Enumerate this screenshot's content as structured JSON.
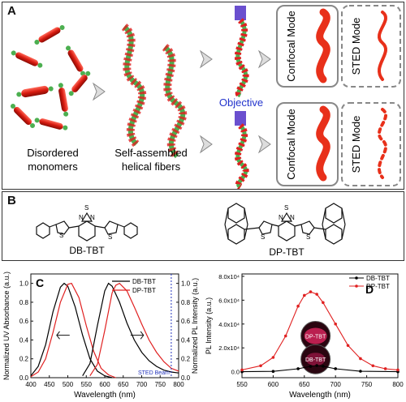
{
  "panel_a": {
    "label": "A",
    "disordered": [
      "Disordered",
      "monomers"
    ],
    "assembled": [
      "Self-assembled",
      "helical fibers"
    ],
    "objective": "Objective",
    "confocal": "Confocal Mode",
    "sted": "STED Mode"
  },
  "panel_b": {
    "label": "B",
    "mol1": "DB-TBT",
    "mol2": "DP-TBT",
    "atom_n": "N",
    "atom_s": "S"
  },
  "panel_c": {
    "label": "C",
    "ylabel_left": "Normalized UV Absorbance (a.u.)",
    "ylabel_right": "Normalized PL Intensity (a.u.)",
    "xlabel": "Wavelength (nm)",
    "sted_beam": "STED Beam",
    "colors": {
      "db": "#000000",
      "dp": "#e02020",
      "sted": "#2233bb"
    }
  },
  "panel_d": {
    "label": "D",
    "ylabel": "PL Intensity (a.u.)",
    "xlabel": "Wavelength (nm)",
    "inset1": "DP-TBT",
    "inset2": "DB-TBT",
    "colors": {
      "db": "#000000",
      "dp": "#e02020"
    }
  },
  "chart_data": [
    {
      "type": "line",
      "panel": "C",
      "xlabel": "Wavelength (nm)",
      "ylabel": "Normalized UV Absorbance (a.u.)",
      "y2label": "Normalized PL Intensity (a.u.)",
      "xlim": [
        400,
        800
      ],
      "ylim": [
        0.0,
        1.1
      ],
      "xticks": [
        400,
        450,
        500,
        550,
        600,
        650,
        700,
        750,
        800
      ],
      "yticks": [
        "0.0",
        "0.2",
        "0.4",
        "0.6",
        "0.8",
        "1.0"
      ],
      "y2ticks": [
        "0.0",
        "0.2",
        "0.4",
        "0.6",
        "0.8",
        "1.0"
      ],
      "legend": [
        "DB-TBT",
        "DP-TBT"
      ],
      "legend_position": "top-center",
      "annotation_x": 780,
      "series": [
        {
          "name": "DB-TBT",
          "kind": "absorbance",
          "x": [
            400,
            420,
            440,
            460,
            480,
            490,
            500,
            520,
            540,
            560,
            580,
            600,
            620
          ],
          "y": [
            0.02,
            0.12,
            0.35,
            0.7,
            0.96,
            1.0,
            0.97,
            0.75,
            0.45,
            0.2,
            0.07,
            0.02,
            0.0
          ]
        },
        {
          "name": "DP-TBT",
          "kind": "absorbance",
          "x": [
            400,
            420,
            440,
            460,
            480,
            500,
            510,
            530,
            550,
            570,
            590,
            610,
            630
          ],
          "y": [
            0.01,
            0.06,
            0.2,
            0.48,
            0.8,
            0.99,
            1.0,
            0.85,
            0.55,
            0.28,
            0.1,
            0.03,
            0.0
          ]
        },
        {
          "name": "DB-TBT",
          "kind": "pl",
          "x": [
            540,
            560,
            580,
            600,
            610,
            620,
            640,
            660,
            680,
            700,
            720,
            740,
            760,
            780,
            800
          ],
          "y": [
            0.02,
            0.15,
            0.55,
            0.92,
            1.0,
            0.97,
            0.8,
            0.58,
            0.4,
            0.27,
            0.18,
            0.12,
            0.08,
            0.06,
            0.05
          ]
        },
        {
          "name": "DP-TBT",
          "kind": "pl",
          "x": [
            560,
            580,
            600,
            620,
            630,
            640,
            660,
            680,
            700,
            720,
            740,
            760,
            780,
            800
          ],
          "y": [
            0.02,
            0.14,
            0.5,
            0.9,
            0.98,
            1.0,
            0.92,
            0.75,
            0.57,
            0.4,
            0.27,
            0.17,
            0.1,
            0.07
          ]
        }
      ]
    },
    {
      "type": "line",
      "panel": "D",
      "xlabel": "Wavelength (nm)",
      "ylabel": "PL Intensity (a.u.)",
      "xlim": [
        550,
        800
      ],
      "ylim": [
        -5000,
        82000
      ],
      "xticks": [
        550,
        600,
        650,
        700,
        750,
        800
      ],
      "yticks": [
        0,
        20000,
        40000,
        60000,
        80000
      ],
      "ytick_labels": [
        "0.0",
        "2.0x10⁴",
        "4.0x10⁴",
        "6.0x10⁴",
        "8.0x10⁴"
      ],
      "legend": [
        "DB-TBT",
        "DP-TBT"
      ],
      "legend_position": "top-right",
      "series": [
        {
          "name": "DB-TBT",
          "x": [
            550,
            600,
            640,
            660,
            670,
            680,
            700,
            740,
            800
          ],
          "y": [
            0,
            300,
            2500,
            4500,
            5200,
            4600,
            2500,
            400,
            0
          ]
        },
        {
          "name": "DP-TBT",
          "x": [
            550,
            580,
            600,
            620,
            640,
            650,
            660,
            670,
            680,
            700,
            720,
            740,
            760,
            780,
            800
          ],
          "y": [
            1500,
            5000,
            12000,
            30000,
            55000,
            64000,
            67000,
            65000,
            58000,
            40000,
            22000,
            11000,
            5000,
            2500,
            1500
          ]
        }
      ]
    }
  ]
}
